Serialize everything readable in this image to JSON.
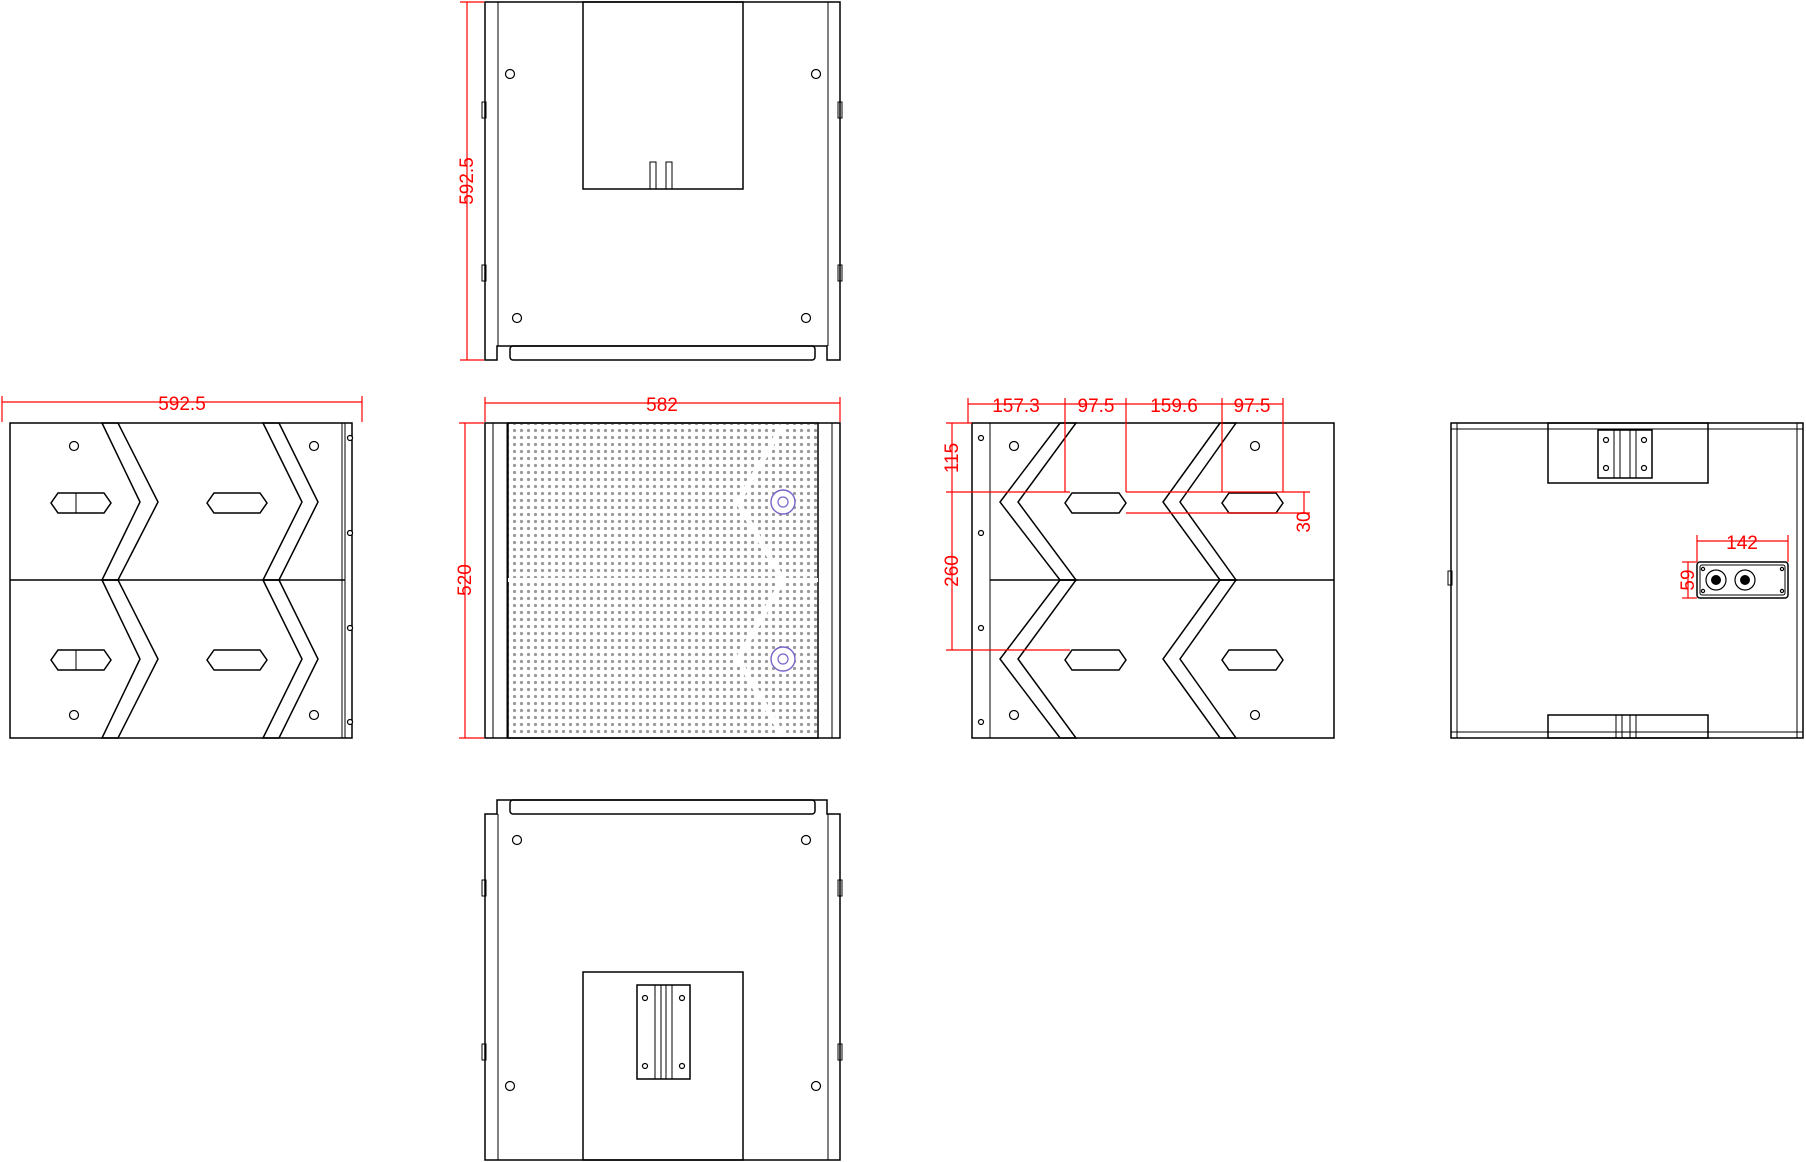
{
  "colors": {
    "dimension": "#ff0000",
    "outline": "#000000",
    "grille": "#9a9a9a",
    "connector": "#7a64c8"
  },
  "dimensions": {
    "top_view_depth": "592.5",
    "side_view_depth": "592.5",
    "front_width": "582",
    "front_height": "520",
    "handle_offset_1": "157.3",
    "handle_width_1": "97.5",
    "handle_spacing": "159.6",
    "handle_width_2": "97.5",
    "handle_top_offset": "115",
    "handle_height": "30",
    "handle_vertical_spacing": "260",
    "panel_width": "142",
    "panel_height": "59"
  }
}
